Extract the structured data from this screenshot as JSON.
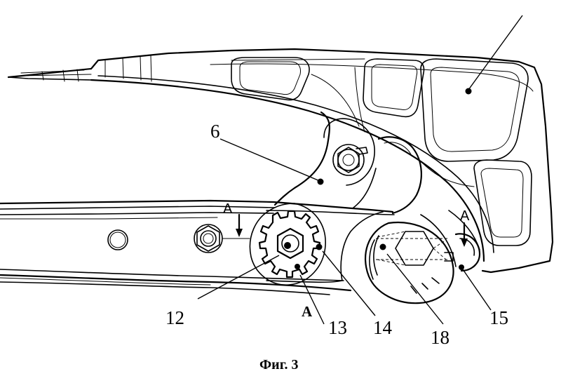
{
  "figure": {
    "caption": "Фиг. 3",
    "labels": {
      "part_6": "6",
      "part_12": "12",
      "part_13": "13",
      "part_14": "14",
      "part_15": "15",
      "part_18": "18"
    },
    "section_marks": {
      "left": "A",
      "right": "A",
      "bottom": "A"
    }
  }
}
